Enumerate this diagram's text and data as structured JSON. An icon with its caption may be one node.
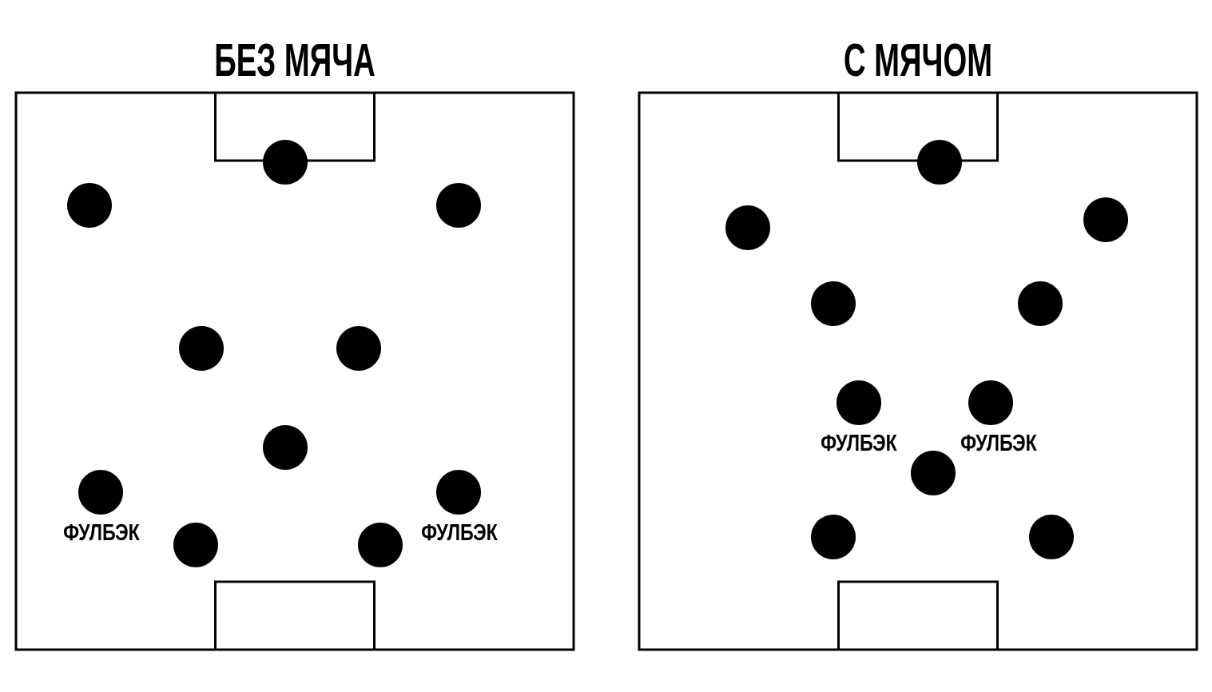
{
  "diagram": {
    "nodes": [
      {
        "text": [
          "БЕЗ МЯЧА"
        ]
      },
      {
        "text": [],
        "shape": "circle",
        "in": 0
      },
      {
        "text": [],
        "shape": "circle",
        "in": 0
      },
      {
        "text": [],
        "shape": "circle",
        "in": 0
      },
      {
        "text": [],
        "shape": "circle",
        "in": 0
      },
      {
        "text": [],
        "shape": "circle",
        "in": 0
      },
      {
        "text": [],
        "shape": "circle",
        "in": 0
      },
      {
        "text": [],
        "shape": "circle",
        "in": 0,
        "beside": [
          "ФУЛБЭК"
        ]
      },
      {
        "text": [],
        "shape": "circle",
        "in": 0,
        "beside": [
          "ФУЛБЭК"
        ]
      },
      {
        "text": [],
        "shape": "circle",
        "in": 0
      },
      {
        "text": [],
        "shape": "circle",
        "in": 0
      },
      {
        "text": [
          "С МЯЧОМ"
        ]
      },
      {
        "text": [],
        "shape": "circle",
        "in": 11
      },
      {
        "text": [],
        "shape": "circle",
        "in": 11
      },
      {
        "text": [],
        "shape": "circle",
        "in": 11
      },
      {
        "text": [],
        "shape": "circle",
        "in": 11
      },
      {
        "text": [],
        "shape": "circle",
        "in": 11
      },
      {
        "text": [],
        "shape": "circle",
        "in": 11,
        "beside": [
          "ФУЛБЭК"
        ]
      },
      {
        "text": [],
        "shape": "circle",
        "in": 11,
        "beside": [
          "ФУЛБЭК"
        ]
      },
      {
        "text": [],
        "shape": "circle",
        "in": 11
      },
      {
        "text": [],
        "shape": "circle",
        "in": 11
      },
      {
        "text": [],
        "shape": "circle",
        "in": 11
      }
    ],
    "edges": []
  }
}
